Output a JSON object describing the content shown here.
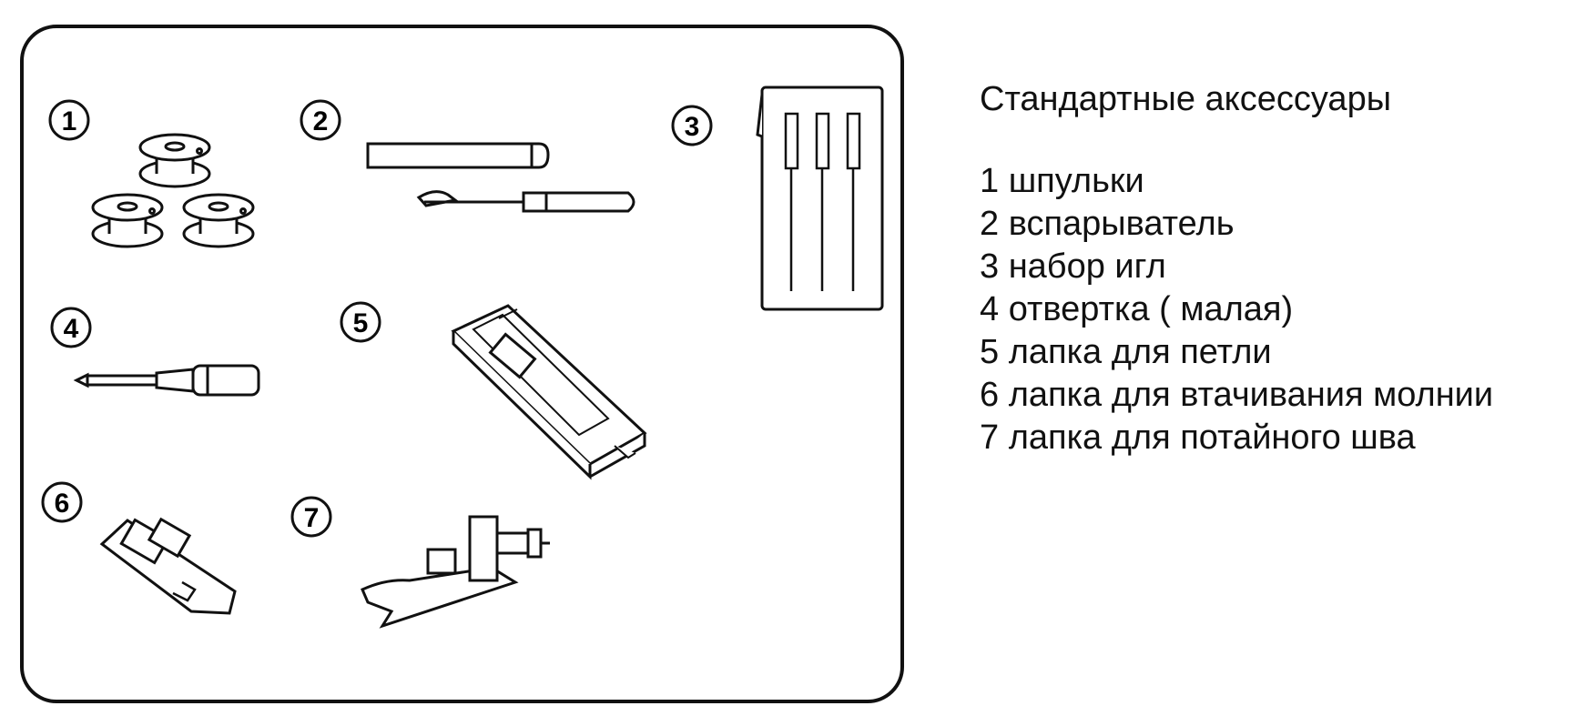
{
  "legend": {
    "title": "Стандартные аксессуары",
    "items": [
      "1 шпульки",
      "2 вспарыватель",
      "3 набор игл",
      "4 отвертка ( малая)",
      "5 лапка для петли",
      "6 лапка для втачивания молнии",
      "7 лапка для потайного шва"
    ]
  },
  "callouts": [
    "1",
    "2",
    "3",
    "4",
    "5",
    "6",
    "7"
  ]
}
